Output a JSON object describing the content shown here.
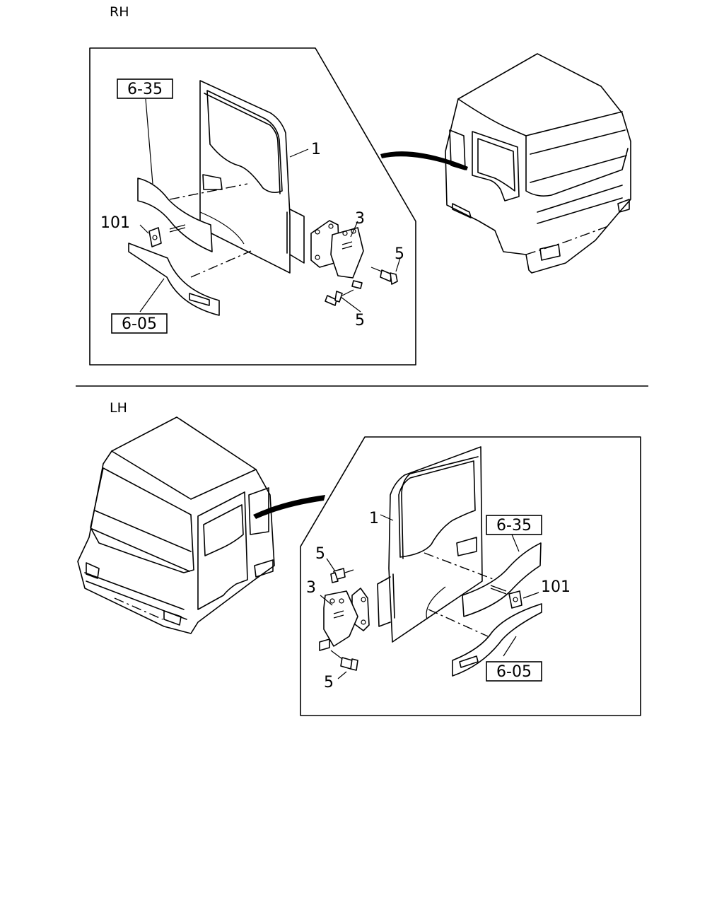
{
  "sections": [
    {
      "side": "RH",
      "callouts": {
        "door": "1",
        "hinge": "3",
        "bolt_upper": "5",
        "bolt_lower": "5",
        "clip": "101",
        "ref_seal": "6-35",
        "ref_panel": "6-05"
      }
    },
    {
      "side": "LH",
      "callouts": {
        "door": "1",
        "hinge": "3",
        "bolt_upper": "5",
        "bolt_lower": "5",
        "clip": "101",
        "ref_seal": "6-35",
        "ref_panel": "6-05"
      }
    }
  ]
}
